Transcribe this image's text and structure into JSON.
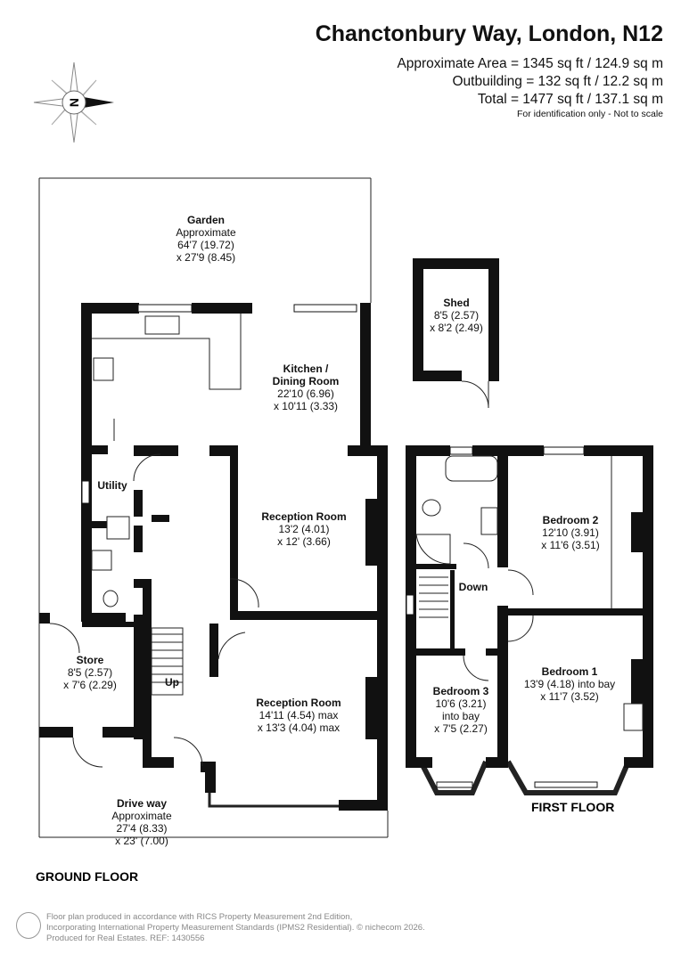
{
  "header": {
    "title": "Chanctonbury Way, London, N12",
    "approximate_area": "Approximate Area = 1345 sq ft / 124.9 sq m",
    "outbuilding": "Outbuilding = 132 sq ft / 12.2 sq m",
    "total": "Total = 1477 sq ft / 137.1 sq m",
    "note": "For identification only - Not to scale"
  },
  "compass": {
    "label": "N"
  },
  "ground_floor": {
    "label": "GROUND FLOOR",
    "garden": {
      "name": "Garden",
      "l1": "Approximate",
      "l2": "64'7 (19.72)",
      "l3": "x 27'9 (8.45)"
    },
    "kitchen": {
      "name1": "Kitchen /",
      "name2": "Dining Room",
      "l1": "22'10 (6.96)",
      "l2": "x 10'11 (3.33)"
    },
    "utility": {
      "name": "Utility"
    },
    "reception1": {
      "name": "Reception Room",
      "l1": "13'2 (4.01)",
      "l2": "x 12' (3.66)"
    },
    "reception2": {
      "name": "Reception Room",
      "l1": "14'11 (4.54) max",
      "l2": "x 13'3 (4.04) max"
    },
    "store": {
      "name": "Store",
      "l1": "8'5 (2.57)",
      "l2": "x 7'6 (2.29)"
    },
    "stairs": {
      "label": "Up"
    },
    "driveway": {
      "name": "Drive way",
      "l1": "Approximate",
      "l2": "27'4 (8.33)",
      "l3": "x 23' (7.00)"
    }
  },
  "shed": {
    "name": "Shed",
    "l1": "8'5 (2.57)",
    "l2": "x 8'2 (2.49)"
  },
  "first_floor": {
    "label": "FIRST FLOOR",
    "bedroom2": {
      "name": "Bedroom 2",
      "l1": "12'10 (3.91)",
      "l2": "x 11'6 (3.51)"
    },
    "bedroom1": {
      "name": "Bedroom 1",
      "l1": "13'9 (4.18) into bay",
      "l2": "x 11'7 (3.52)"
    },
    "bedroom3": {
      "name": "Bedroom 3",
      "l1": "10'6 (3.21)",
      "l2": "into bay",
      "l3": "x 7'5 (2.27)"
    },
    "stairs": {
      "label": "Down"
    }
  },
  "footer": {
    "line1": "Floor plan produced in accordance with RICS Property Measurement 2nd Edition,",
    "line2": "Incorporating International Property Measurement Standards (IPMS2 Residential).   © nichecom 2026.",
    "line3": "Produced for Real Estates.   REF: 1430556"
  }
}
